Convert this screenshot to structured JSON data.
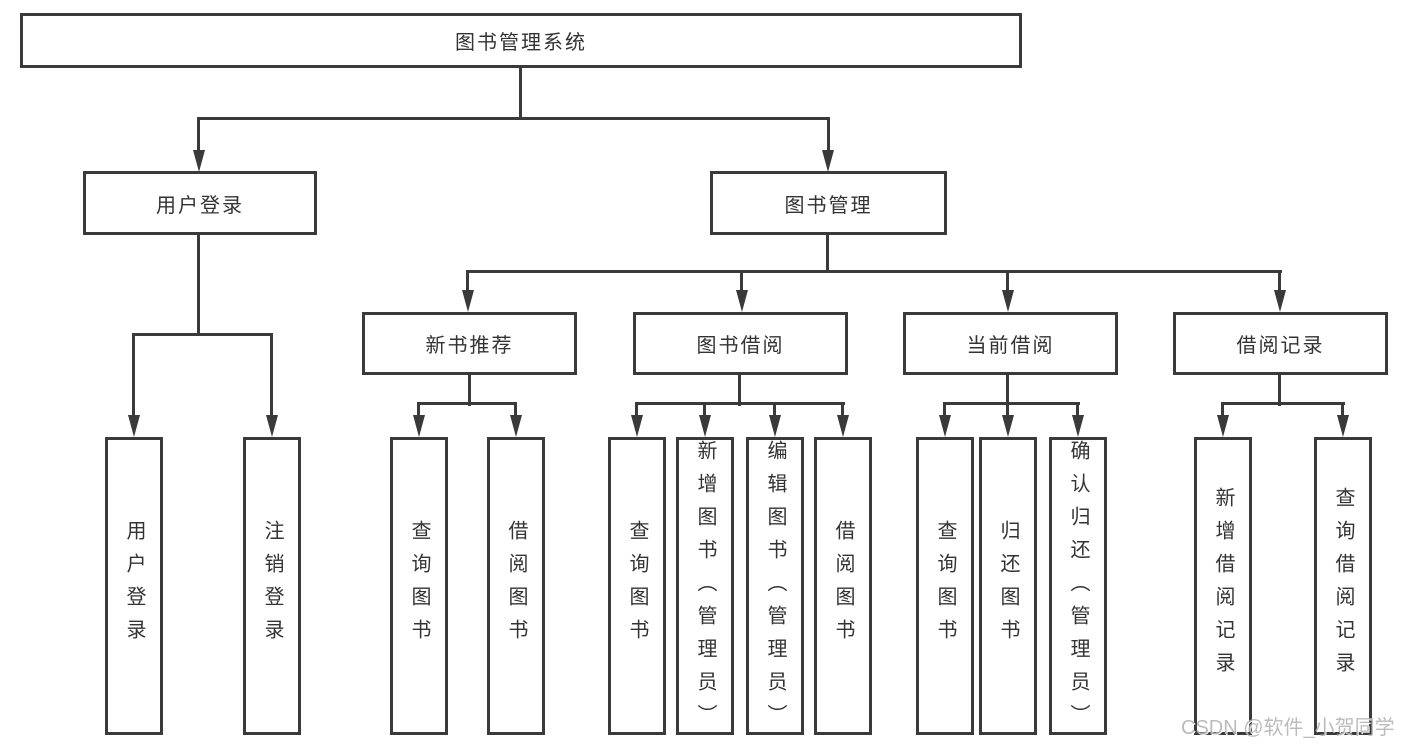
{
  "tree": {
    "root": "图书管理系统",
    "login": {
      "label": "用户登录",
      "children": [
        "用户登录",
        "注销登录"
      ]
    },
    "management": {
      "label": "图书管理",
      "sections": [
        {
          "label": "新书推荐",
          "children": [
            "查询图书",
            "借阅图书"
          ]
        },
        {
          "label": "图书借阅",
          "children": [
            "查询图书",
            "新增图书（管理员）",
            "编辑图书（管理员）",
            "借阅图书"
          ]
        },
        {
          "label": "当前借阅",
          "children": [
            "查询图书",
            "归还图书",
            "确认归还（管理员）"
          ]
        },
        {
          "label": "借阅记录",
          "children": [
            "新增借阅记录",
            "查询借阅记录"
          ]
        }
      ]
    }
  },
  "watermark": "CSDN @软件_小贺同学",
  "colors": {
    "line": "#3a3a3a",
    "text": "#333333",
    "watermark": "#b5b5b5",
    "background": "#ffffff"
  }
}
